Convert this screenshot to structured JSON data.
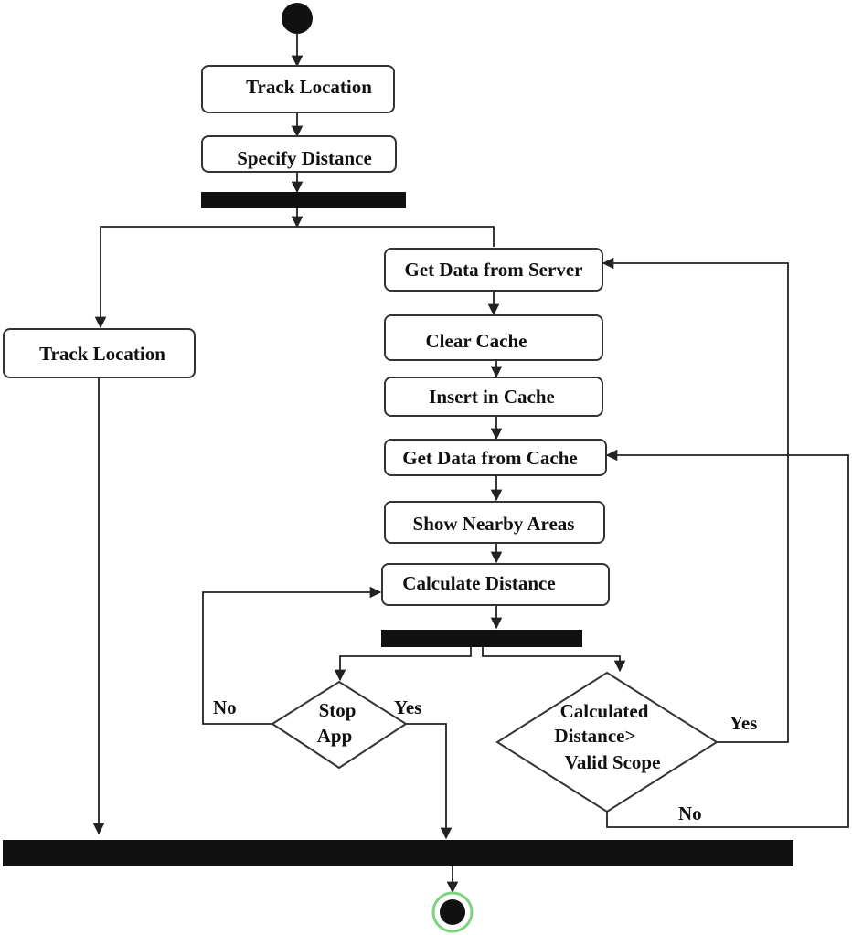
{
  "diagram": {
    "type": "uml-activity",
    "nodes": {
      "track_location_top": "Track Location",
      "specify_distance": "Specify Distance",
      "track_location_side": "Track Location",
      "get_data_server": "Get Data from Server",
      "clear_cache": "Clear Cache",
      "insert_cache": "Insert in Cache",
      "get_data_cache": "Get Data from Cache",
      "show_nearby": "Show Nearby Areas",
      "calculate_distance": "Calculate Distance"
    },
    "decisions": {
      "stop_app": [
        "Stop",
        "App"
      ],
      "valid_scope": [
        "Calculated",
        "Distance>",
        "Valid Scope"
      ]
    },
    "edge_labels": {
      "stop_no": "No",
      "stop_yes": "Yes",
      "scope_yes": "Yes",
      "scope_no": "No"
    },
    "colors": {
      "final_node_ring": "#7ed37e",
      "node_fill": "#ffffff",
      "node_stroke": "#333333",
      "bar": "#111111"
    }
  }
}
